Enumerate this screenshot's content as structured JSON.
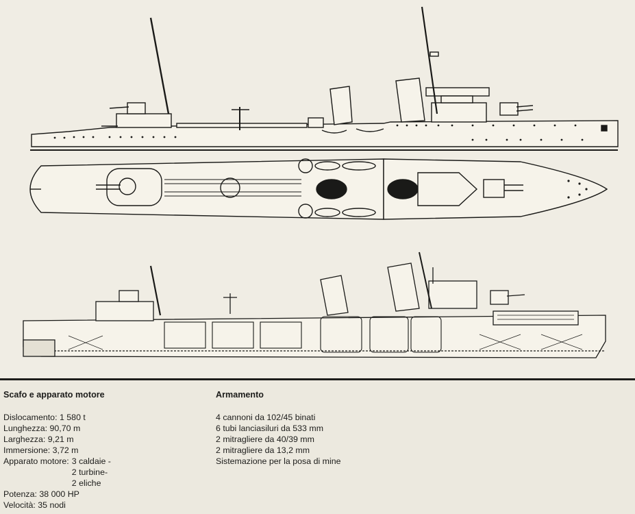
{
  "specs": {
    "heading": "Scafo e apparato motore",
    "items": [
      "Dislocamento: 1 580 t",
      "Lunghezza: 90,70 m",
      "Larghezza: 9,21 m",
      "Immersione: 3,72 m"
    ],
    "engine": {
      "label": "Apparato motore:",
      "lines": [
        "3 caldaie -",
        "2 turbine-",
        "2 eliche"
      ]
    },
    "tail": [
      "Potenza: 38 000 HP",
      "Velocità: 35 nodi"
    ]
  },
  "armament": {
    "heading": "Armamento",
    "items": [
      "4 cannoni da 102/45 binati",
      "6 tubi lanciasiluri da 533 mm",
      "2 mitragliere da 40/39 mm",
      "2 mitragliere da 13,2 mm",
      "Sistemazione per la posa di mine"
    ]
  }
}
